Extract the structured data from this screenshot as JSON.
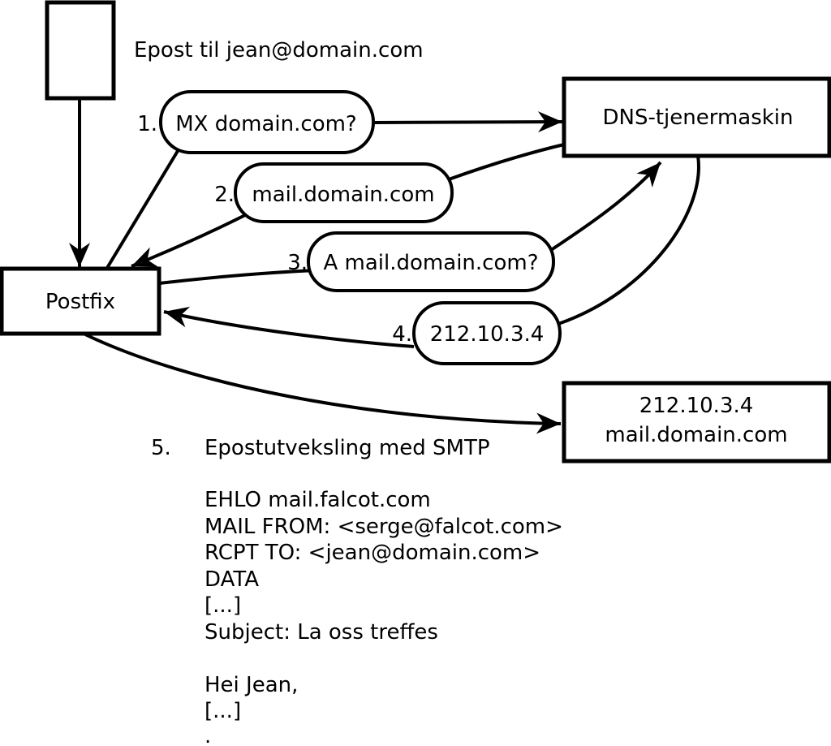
{
  "title": "Epost til jean@domain.com",
  "colors": {
    "ink": "#000000",
    "background": "#ffffff"
  },
  "nodes": {
    "postfix": {
      "label": "Postfix"
    },
    "dns_server": {
      "label": "DNS-tjenermaskin"
    },
    "mail_server": {
      "line1": "212.10.3.4",
      "line2": "mail.domain.com"
    }
  },
  "steps": [
    {
      "number": "1.",
      "label": "MX domain.com?"
    },
    {
      "number": "2.",
      "label": "mail.domain.com"
    },
    {
      "number": "3.",
      "label": "A mail.domain.com?"
    },
    {
      "number": "4.",
      "label": "212.10.3.4"
    },
    {
      "number": "5.",
      "label": "Epostutveksling med SMTP"
    }
  ],
  "smtp_session": [
    "EHLO mail.falcot.com",
    "MAIL FROM: <serge@falcot.com>",
    "RCPT TO: <jean@domain.com>",
    "DATA",
    "[...]",
    "Subject: La oss treffes",
    "",
    "Hei Jean,",
    "[...]",
    "."
  ]
}
